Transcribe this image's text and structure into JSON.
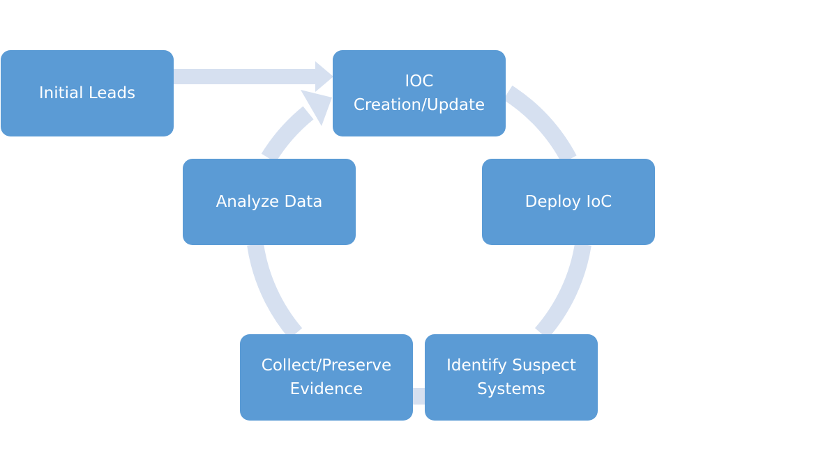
{
  "diagram": {
    "nodes": [
      {
        "id": "initial-leads",
        "label": "Initial Leads"
      },
      {
        "id": "ioc-creation",
        "label": "IOC\nCreation/Update"
      },
      {
        "id": "deploy-ioc",
        "label": "Deploy IoC"
      },
      {
        "id": "identify-suspect-systems",
        "label": "Identify Suspect\nSystems"
      },
      {
        "id": "collect-preserve-evidence",
        "label": "Collect/Preserve\nEvidence"
      },
      {
        "id": "analyze-data",
        "label": "Analyze Data"
      }
    ],
    "edges": [
      {
        "from": "initial-leads",
        "to": "ioc-creation"
      },
      {
        "from": "ioc-creation",
        "to": "deploy-ioc"
      },
      {
        "from": "deploy-ioc",
        "to": "identify-suspect-systems"
      },
      {
        "from": "identify-suspect-systems",
        "to": "collect-preserve-evidence"
      },
      {
        "from": "collect-preserve-evidence",
        "to": "analyze-data"
      },
      {
        "from": "analyze-data",
        "to": "ioc-creation"
      }
    ],
    "colors": {
      "node_fill": "#5b9bd5",
      "node_text": "#ffffff",
      "connector": "#d6e0f0",
      "background": "#ffffff"
    }
  }
}
